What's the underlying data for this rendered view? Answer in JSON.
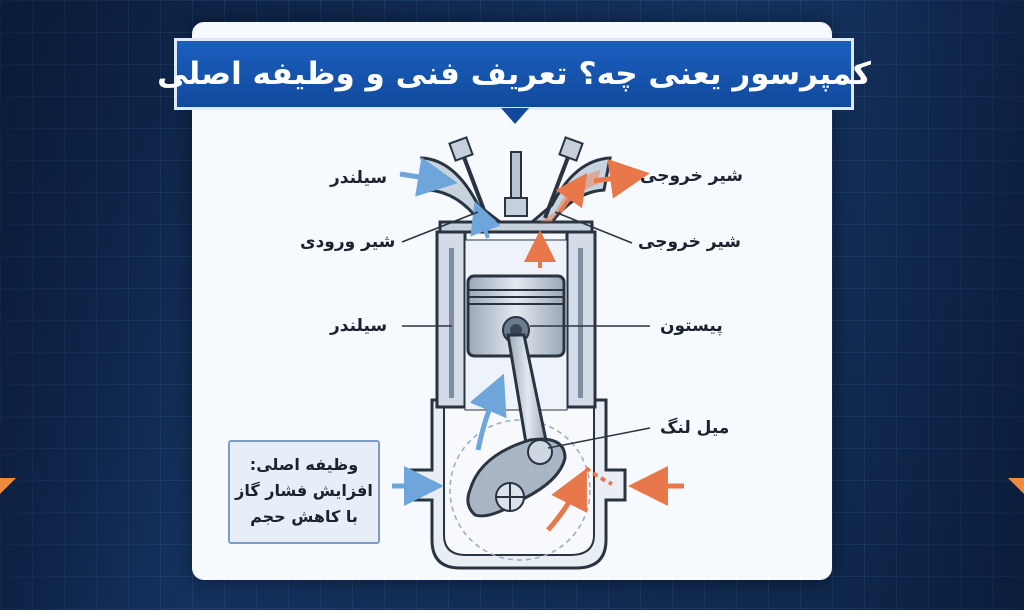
{
  "title": "کمپرسور یعنی چه؟ تعریف فنی و وظیفه اصلی",
  "labels": {
    "top_left": "سیلندر",
    "intake_valve": "شیر ورودی",
    "cylinder_mid": "سیلندر",
    "top_right": "شیر خروجی",
    "exhaust_valve": "شیر خروجی",
    "piston": "پیستون",
    "crankshaft": "میل لنگ"
  },
  "info_box": {
    "line1": "وظیفه اصلی:",
    "line2": "افزایش فشار گاز",
    "line3": "با کاهش حجم"
  },
  "colors": {
    "banner": "#1b5fbf",
    "intake_arrow": "#6ea6dc",
    "exhaust_arrow": "#e8784a",
    "metal": "#b8c3d2",
    "outline": "#2a3441"
  }
}
